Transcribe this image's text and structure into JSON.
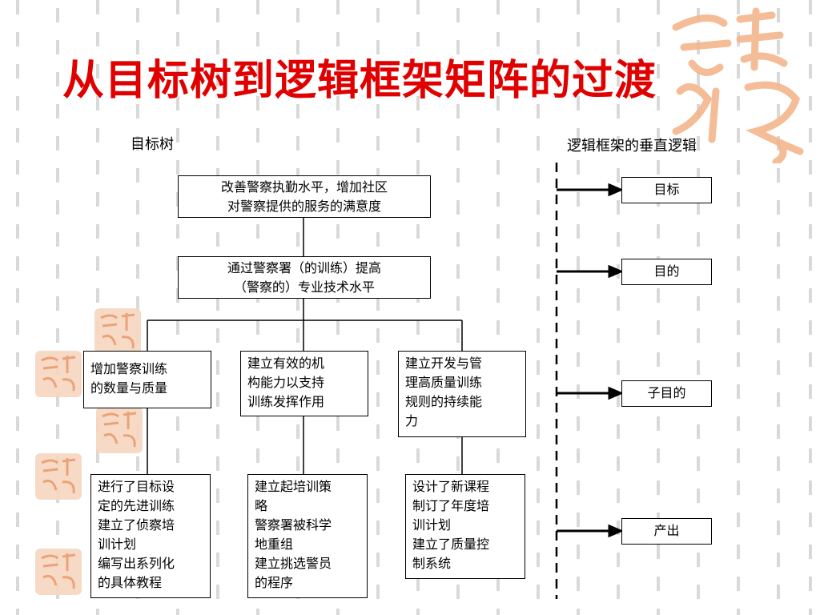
{
  "title": "从目标树到逻辑框架矩阵的过渡",
  "left_header": "目标树",
  "right_header": "逻辑框架的垂直逻辑",
  "tree": {
    "goal": "改善警察执勤水平，增加社区\n对警察提供的服务的满意度",
    "purpose": "通过警察署（的训练）提高\n（警察的）专业技术水平",
    "sub_purposes": [
      "增加警察训练\n的数量与质量",
      "建立有效的机\n构能力以支持\n训练发挥作用",
      "建立开发与管\n理高质量训练\n规则的持续能\n力"
    ],
    "outputs": [
      "进行了目标设\n定的先进训练\n建立了侦察培\n训计划\n编写出系列化\n的具体教程",
      "建立起培训策\n略\n警察署被科学\n地重组\n建立挑选警员\n的程序",
      "设计了新课程\n制订了年度培\n训计划\n建立了质量控\n制系统"
    ]
  },
  "logic_levels": [
    "目标",
    "目的",
    "子目的",
    "产出"
  ],
  "colors": {
    "title": "#e00000",
    "seal": "#f3b58c",
    "bg_dash": "#d8d8d8"
  }
}
